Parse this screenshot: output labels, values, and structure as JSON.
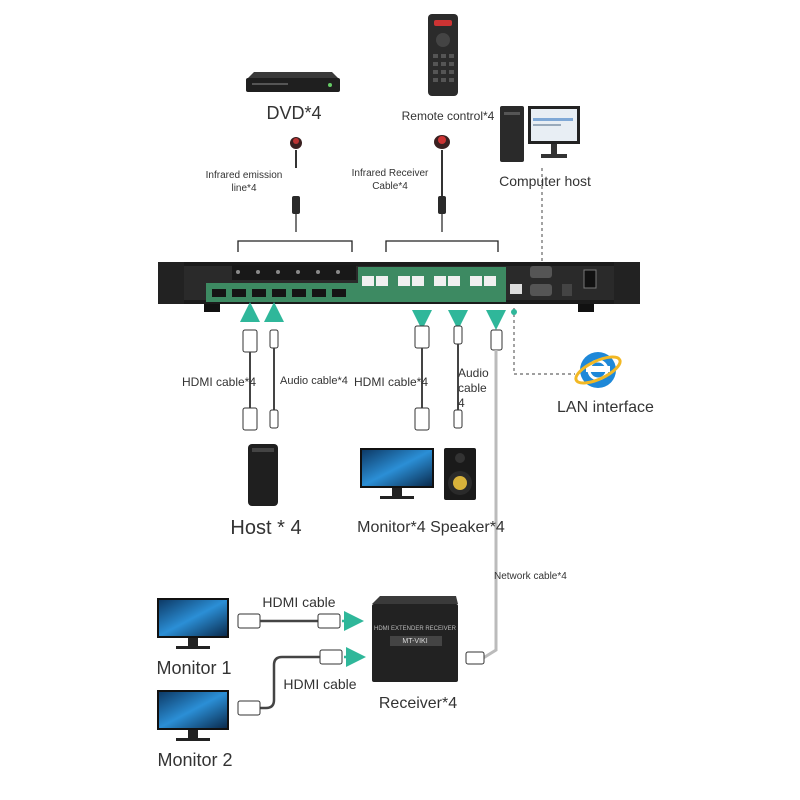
{
  "labels": {
    "dvd": "DVD*4",
    "remote": "Remote control*4",
    "ir_emission": "Infrared emission line*4",
    "ir_receiver": "Infrared Receiver Cable*4",
    "computer_host": "Computer host",
    "hdmi_cable_left": "HDMI cable*4",
    "audio_cable_left": "Audio cable*4",
    "hdmi_cable_mid": "HDMI cable*4",
    "audio_cable_mid": "Audio cable 4",
    "lan_interface": "LAN interface",
    "host": "Host * 4",
    "monitor_speaker": "Monitor*4 Speaker*4",
    "network_cable": "Network cable*4",
    "hdmi_cable_top": "HDMI cable",
    "hdmi_cable_bottom": "HDMI cable",
    "monitor1": "Monitor 1",
    "monitor2": "Monitor 2",
    "receiver": "Receiver*4",
    "receiver_face": "HDMI EXTENDER RECEIVER",
    "receiver_model": "MT-VIKI"
  },
  "colors": {
    "accent": "#2fb79a",
    "device": "#2a2a2a",
    "panel_green": "#3a7a5a",
    "ie_blue": "#1e88d8",
    "ie_ring": "#f2b824",
    "screen_blue": "#1a6fb0"
  }
}
